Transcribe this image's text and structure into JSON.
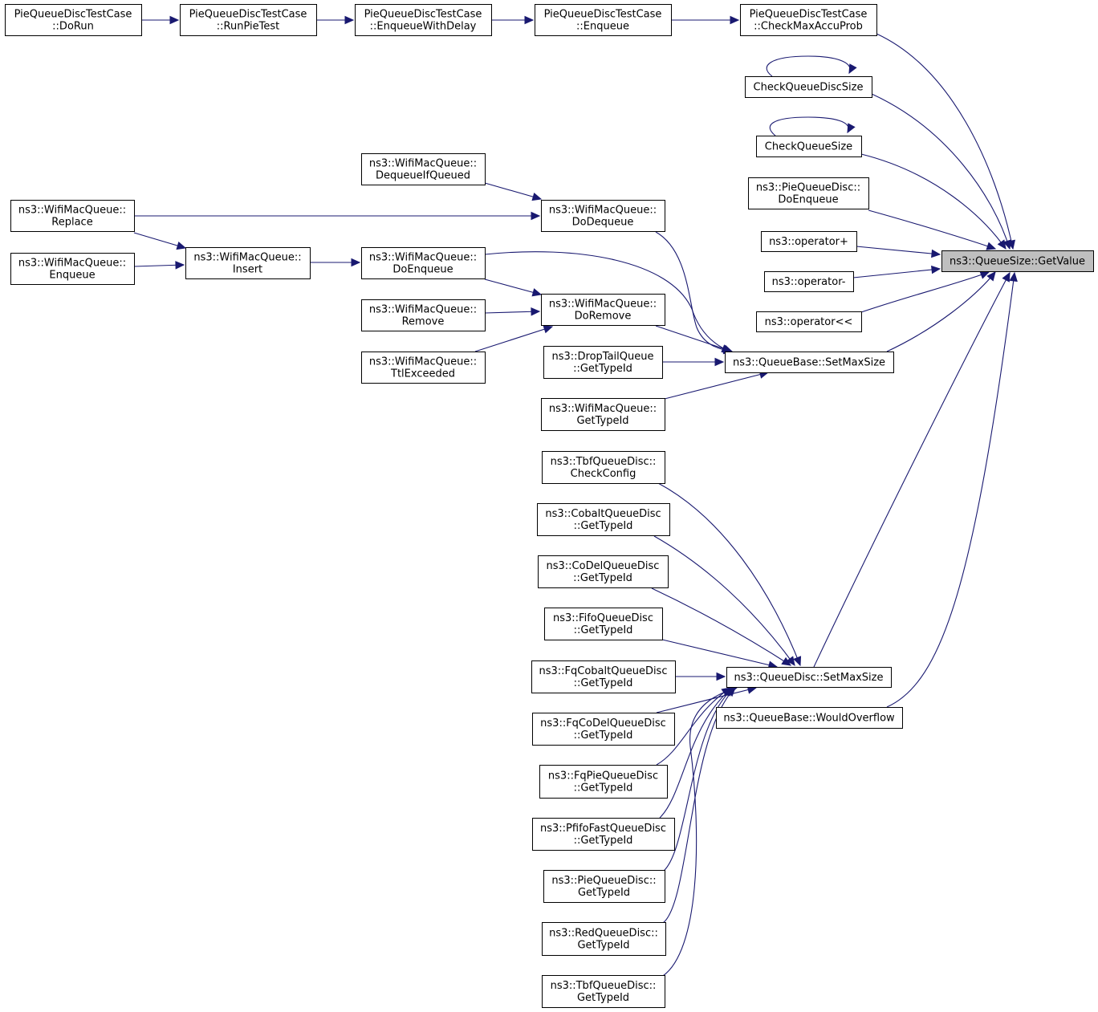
{
  "graph": {
    "root": "n_getvalue",
    "nodes": [
      {
        "id": "n_getvalue",
        "lines": [
          "ns3::QueueSize::GetValue"
        ],
        "highlight": true
      },
      {
        "id": "n_dorun",
        "lines": [
          "PieQueueDiscTestCase",
          "::DoRun"
        ]
      },
      {
        "id": "n_runpie",
        "lines": [
          "PieQueueDiscTestCase",
          "::RunPieTest"
        ]
      },
      {
        "id": "n_enqdelay",
        "lines": [
          "PieQueueDiscTestCase",
          "::EnqueueWithDelay"
        ]
      },
      {
        "id": "n_enqtc",
        "lines": [
          "PieQueueDiscTestCase",
          "::Enqueue"
        ]
      },
      {
        "id": "n_checkmax",
        "lines": [
          "PieQueueDiscTestCase",
          "::CheckMaxAccuProb"
        ]
      },
      {
        "id": "n_cqds",
        "lines": [
          "CheckQueueDiscSize"
        ]
      },
      {
        "id": "n_cqs",
        "lines": [
          "CheckQueueSize"
        ]
      },
      {
        "id": "n_piedoenq",
        "lines": [
          "ns3::PieQueueDisc::",
          "DoEnqueue"
        ]
      },
      {
        "id": "n_opplus",
        "lines": [
          "ns3::operator+"
        ]
      },
      {
        "id": "n_opminus",
        "lines": [
          "ns3::operator-"
        ]
      },
      {
        "id": "n_opshl",
        "lines": [
          "ns3::operator<<"
        ]
      },
      {
        "id": "n_qbsetmax",
        "lines": [
          "ns3::QueueBase::SetMaxSize"
        ]
      },
      {
        "id": "n_qdsetmax",
        "lines": [
          "ns3::QueueDisc::SetMaxSize"
        ]
      },
      {
        "id": "n_wouldoverflow",
        "lines": [
          "ns3::QueueBase::WouldOverflow"
        ]
      },
      {
        "id": "n_wmdeqifq",
        "lines": [
          "ns3::WifiMacQueue::",
          "DequeueIfQueued"
        ]
      },
      {
        "id": "n_wmreplace",
        "lines": [
          "ns3::WifiMacQueue::",
          "Replace"
        ]
      },
      {
        "id": "n_wmdodeq",
        "lines": [
          "ns3::WifiMacQueue::",
          "DoDequeue"
        ]
      },
      {
        "id": "n_wmenqueue",
        "lines": [
          "ns3::WifiMacQueue::",
          "Enqueue"
        ]
      },
      {
        "id": "n_wminsert",
        "lines": [
          "ns3::WifiMacQueue::",
          "Insert"
        ]
      },
      {
        "id": "n_wmdoenq",
        "lines": [
          "ns3::WifiMacQueue::",
          "DoEnqueue"
        ]
      },
      {
        "id": "n_wmremove",
        "lines": [
          "ns3::WifiMacQueue::",
          "Remove"
        ]
      },
      {
        "id": "n_wmdoremove",
        "lines": [
          "ns3::WifiMacQueue::",
          "DoRemove"
        ]
      },
      {
        "id": "n_wmttl",
        "lines": [
          "ns3::WifiMacQueue::",
          "TtlExceeded"
        ]
      },
      {
        "id": "n_dtgettid",
        "lines": [
          "ns3::DropTailQueue",
          "::GetTypeId"
        ]
      },
      {
        "id": "n_wmgettid",
        "lines": [
          "ns3::WifiMacQueue::",
          "GetTypeId"
        ]
      },
      {
        "id": "n_tbfcheck",
        "lines": [
          "ns3::TbfQueueDisc::",
          "CheckConfig"
        ]
      },
      {
        "id": "n_cobalt",
        "lines": [
          "ns3::CobaltQueueDisc",
          "::GetTypeId"
        ]
      },
      {
        "id": "n_codel",
        "lines": [
          "ns3::CoDelQueueDisc",
          "::GetTypeId"
        ]
      },
      {
        "id": "n_fifo",
        "lines": [
          "ns3::FifoQueueDisc",
          "::GetTypeId"
        ]
      },
      {
        "id": "n_fqcobalt",
        "lines": [
          "ns3::FqCobaltQueueDisc",
          "::GetTypeId"
        ]
      },
      {
        "id": "n_fqcodel",
        "lines": [
          "ns3::FqCoDelQueueDisc",
          "::GetTypeId"
        ]
      },
      {
        "id": "n_fqpie",
        "lines": [
          "ns3::FqPieQueueDisc",
          "::GetTypeId"
        ]
      },
      {
        "id": "n_pfifo",
        "lines": [
          "ns3::PfifoFastQueueDisc",
          "::GetTypeId"
        ]
      },
      {
        "id": "n_pie",
        "lines": [
          "ns3::PieQueueDisc::",
          "GetTypeId"
        ]
      },
      {
        "id": "n_red",
        "lines": [
          "ns3::RedQueueDisc::",
          "GetTypeId"
        ]
      },
      {
        "id": "n_tbf",
        "lines": [
          "ns3::TbfQueueDisc::",
          "GetTypeId"
        ]
      }
    ],
    "edges": [
      [
        "n_dorun",
        "n_runpie"
      ],
      [
        "n_runpie",
        "n_enqdelay"
      ],
      [
        "n_enqdelay",
        "n_enqtc"
      ],
      [
        "n_enqtc",
        "n_checkmax"
      ],
      [
        "n_checkmax",
        "n_getvalue"
      ],
      [
        "n_cqds",
        "n_cqds"
      ],
      [
        "n_cqds",
        "n_getvalue"
      ],
      [
        "n_cqs",
        "n_cqs"
      ],
      [
        "n_cqs",
        "n_getvalue"
      ],
      [
        "n_piedoenq",
        "n_getvalue"
      ],
      [
        "n_opplus",
        "n_getvalue"
      ],
      [
        "n_opminus",
        "n_getvalue"
      ],
      [
        "n_opshl",
        "n_getvalue"
      ],
      [
        "n_qbsetmax",
        "n_getvalue"
      ],
      [
        "n_qdsetmax",
        "n_getvalue"
      ],
      [
        "n_wouldoverflow",
        "n_getvalue"
      ],
      [
        "n_wmdeqifq",
        "n_wmdodeq"
      ],
      [
        "n_wmreplace",
        "n_wmdodeq"
      ],
      [
        "n_wmreplace",
        "n_wminsert"
      ],
      [
        "n_wmenqueue",
        "n_wminsert"
      ],
      [
        "n_wminsert",
        "n_wmdoenq"
      ],
      [
        "n_wmdoenq",
        "n_wmdoremove"
      ],
      [
        "n_wmdoenq",
        "n_qbsetmax"
      ],
      [
        "n_wmremove",
        "n_wmdoremove"
      ],
      [
        "n_wmttl",
        "n_wmdoremove"
      ],
      [
        "n_wmdodeq",
        "n_qbsetmax"
      ],
      [
        "n_wmdoremove",
        "n_qbsetmax"
      ],
      [
        "n_dtgettid",
        "n_qbsetmax"
      ],
      [
        "n_wmgettid",
        "n_qbsetmax"
      ],
      [
        "n_tbfcheck",
        "n_qdsetmax"
      ],
      [
        "n_cobalt",
        "n_qdsetmax"
      ],
      [
        "n_codel",
        "n_qdsetmax"
      ],
      [
        "n_fifo",
        "n_qdsetmax"
      ],
      [
        "n_fqcobalt",
        "n_qdsetmax"
      ],
      [
        "n_fqcodel",
        "n_qdsetmax"
      ],
      [
        "n_fqpie",
        "n_qdsetmax"
      ],
      [
        "n_pfifo",
        "n_qdsetmax"
      ],
      [
        "n_pie",
        "n_qdsetmax"
      ],
      [
        "n_red",
        "n_qdsetmax"
      ],
      [
        "n_tbf",
        "n_qdsetmax"
      ]
    ]
  }
}
